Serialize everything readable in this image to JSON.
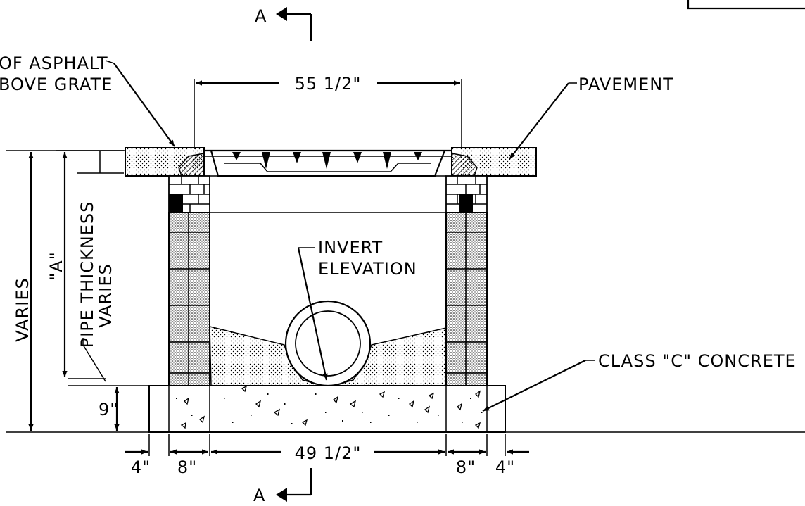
{
  "labels": {
    "section_top": "A",
    "section_bottom": "A",
    "asphalt_line1": "OF ASPHALT",
    "asphalt_line2": "BOVE GRATE",
    "top_dimension": "55 1/2\"",
    "pavement": "PAVEMENT",
    "invert_line1": "INVERT",
    "invert_line2": "ELEVATION",
    "varies": "VARIES",
    "a_dimension": "\"A\"",
    "pipe_line1": "PIPE THICKNESS",
    "pipe_line2": "VARIES",
    "class_c": "CLASS \"C\" CONCRETE",
    "nine_inch": "9\"",
    "four_left": "4\"",
    "eight_left": "8\"",
    "bottom_dimension": "49 1/2\"",
    "eight_right": "8\"",
    "four_right": "4\""
  }
}
